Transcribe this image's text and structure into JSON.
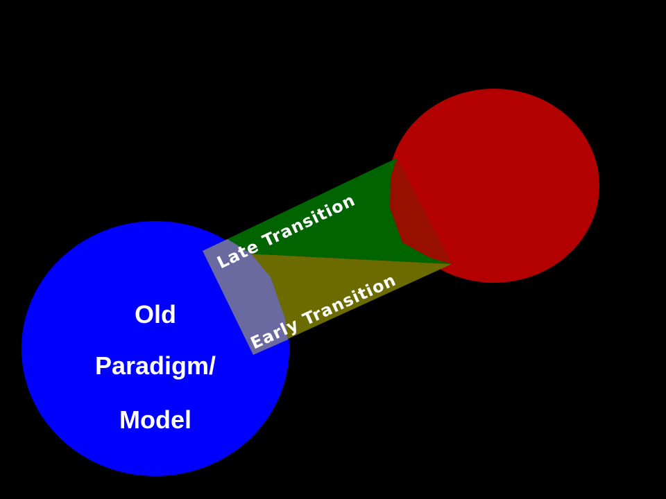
{
  "diagram": {
    "old_model": {
      "lines": [
        "Old",
        "Paradigm/",
        "Model"
      ],
      "color": "#0000ff"
    },
    "new_model": {
      "label": "",
      "color": "#b30000"
    },
    "late_transition": {
      "label": "Late Transition",
      "color": "#006400"
    },
    "early_transition": {
      "label": "Early Transition",
      "color": "#6b6b00"
    },
    "overlap_color": "#6a6aa0",
    "background": "#000000"
  }
}
